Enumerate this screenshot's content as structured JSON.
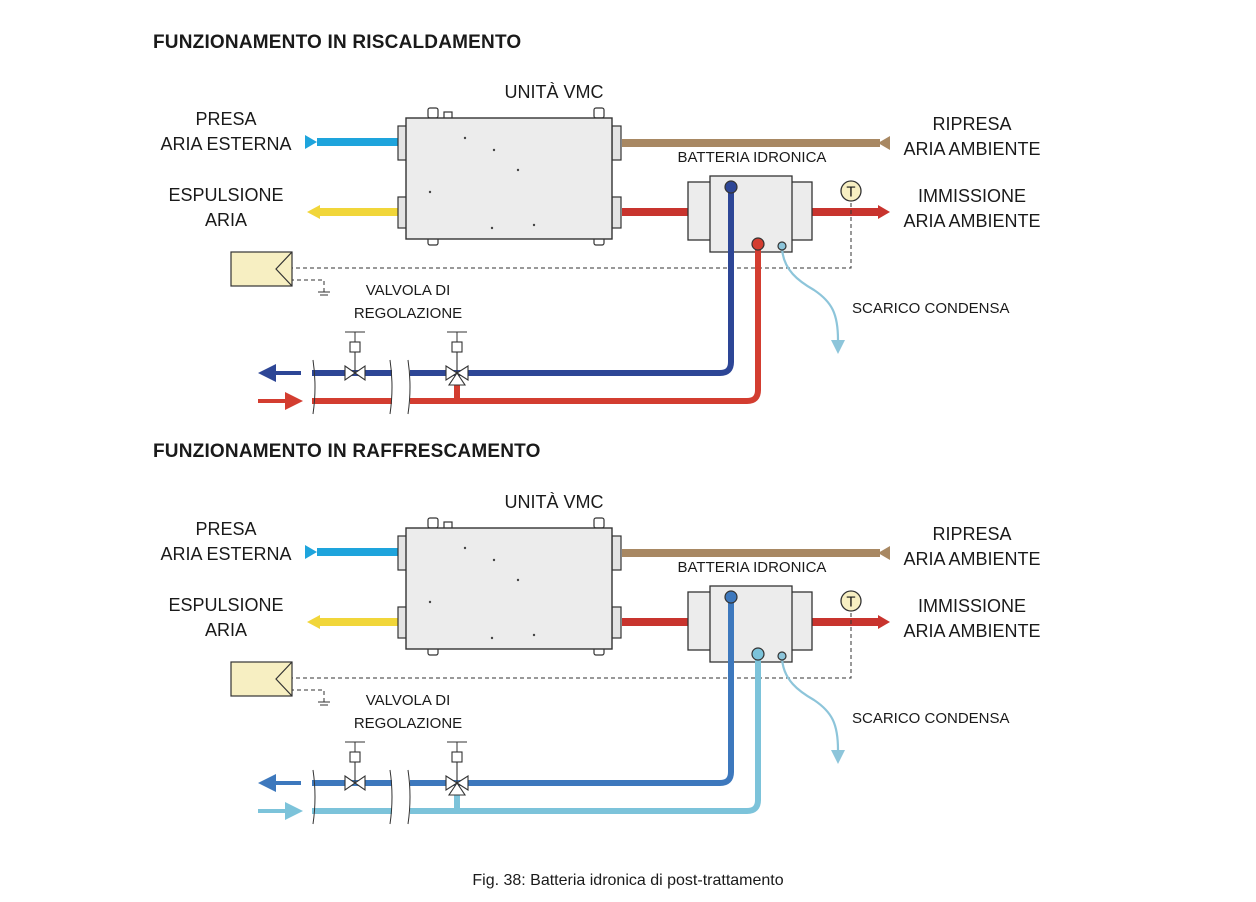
{
  "colors": {
    "fresh_air": "#1ea4dc",
    "exhaust_air": "#f1d63a",
    "return_air": "#a88863",
    "supply_air": "#c8342e",
    "heating_cold_pipe": "#2d4696",
    "heating_hot_pipe": "#d33d30",
    "cooling_return_pipe": "#3d78bd",
    "cooling_supply_pipe": "#7cc3da",
    "condensate": "#8dc5da",
    "unit_fill": "#ececec",
    "thermostat_fill": "#f7efc2"
  },
  "heating": {
    "title": "FUNZIONAMENTO IN RISCALDAMENTO",
    "unit_label": "UNITÀ VMC",
    "intake_label": [
      "PRESA",
      "ARIA ESTERNA"
    ],
    "exhaust_label": [
      "ESPULSIONE",
      "ARIA"
    ],
    "return_label": [
      "RIPRESA",
      "ARIA AMBIENTE"
    ],
    "supply_label": [
      "IMMISSIONE",
      "ARIA AMBIENTE"
    ],
    "coil_label": "BATTERIA IDRONICA",
    "valve_label": [
      "VALVOLA DI",
      "REGOLAZIONE"
    ],
    "drain_label": "SCARICO CONDENSA",
    "sensor_symbol": "T"
  },
  "cooling": {
    "title": "FUNZIONAMENTO IN RAFFRESCAMENTO",
    "unit_label": "UNITÀ VMC",
    "intake_label": [
      "PRESA",
      "ARIA ESTERNA"
    ],
    "exhaust_label": [
      "ESPULSIONE",
      "ARIA"
    ],
    "return_label": [
      "RIPRESA",
      "ARIA AMBIENTE"
    ],
    "supply_label": [
      "IMMISSIONE",
      "ARIA AMBIENTE"
    ],
    "coil_label": "BATTERIA IDRONICA",
    "valve_label": [
      "VALVOLA DI",
      "REGOLAZIONE"
    ],
    "drain_label": "SCARICO CONDENSA",
    "sensor_symbol": "T"
  },
  "caption": "Fig. 38:  Batteria idronica di post-trattamento"
}
